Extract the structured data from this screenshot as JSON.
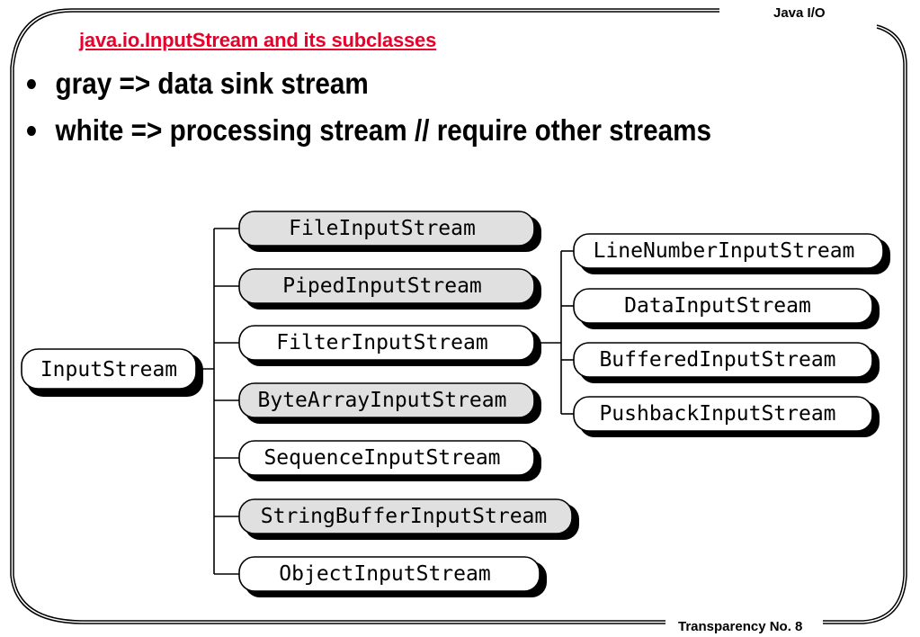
{
  "header": {
    "title": "java.io.InputStream and its subclasses",
    "right_label": "Java I/O"
  },
  "bullets": [
    {
      "text": "gray => data sink stream"
    },
    {
      "text": "white => processing stream  // require other streams"
    }
  ],
  "footer": {
    "label": "Transparency No. 8"
  },
  "diagram": {
    "root": {
      "label": "InputStream",
      "fill": "white"
    },
    "children": [
      {
        "label": "FileInputStream",
        "fill": "gray"
      },
      {
        "label": "PipedInputStream",
        "fill": "gray"
      },
      {
        "label": "FilterInputStream",
        "fill": "white"
      },
      {
        "label": "ByteArrayInputStream",
        "fill": "gray"
      },
      {
        "label": "SequenceInputStream",
        "fill": "white"
      },
      {
        "label": "StringBufferInputStream",
        "fill": "gray"
      },
      {
        "label": "ObjectInputStream",
        "fill": "white"
      }
    ],
    "filter_children": [
      {
        "label": "LineNumberInputStream",
        "fill": "white"
      },
      {
        "label": "DataInputStream",
        "fill": "white"
      },
      {
        "label": "BufferedInputStream",
        "fill": "white"
      },
      {
        "label": "PushbackInputStream",
        "fill": "white"
      }
    ],
    "colors": {
      "gray_fill": "#e0e0e0",
      "white_fill": "#ffffff",
      "shadow": "#000000",
      "title": "#e8002a"
    }
  }
}
